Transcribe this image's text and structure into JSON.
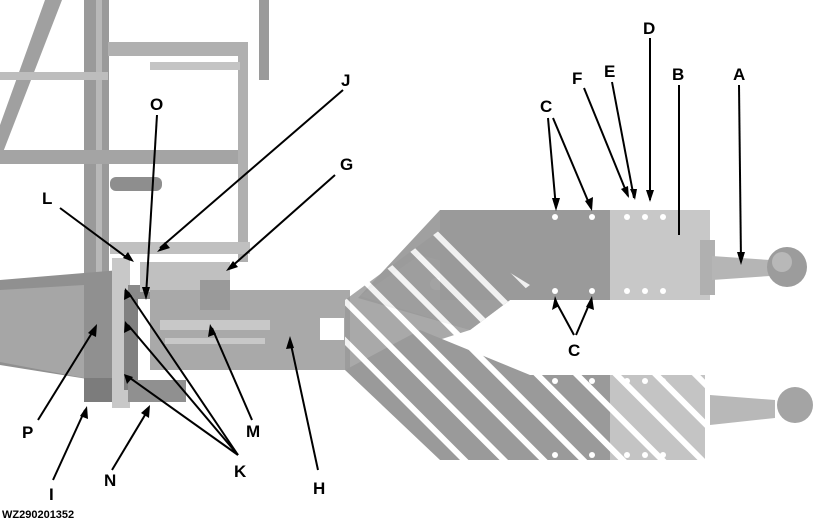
{
  "figure": {
    "id": "WZ290201352"
  },
  "callouts": [
    "A",
    "B",
    "C",
    "C",
    "D",
    "E",
    "F",
    "G",
    "H",
    "I",
    "J",
    "K",
    "L",
    "M",
    "N",
    "O",
    "P"
  ],
  "colors": {
    "frame_dark": "#8a8a8a",
    "frame_mid": "#a8a8a8",
    "frame_light": "#c6c6c6",
    "hatch": "#ffffff",
    "leader": "#000000"
  }
}
